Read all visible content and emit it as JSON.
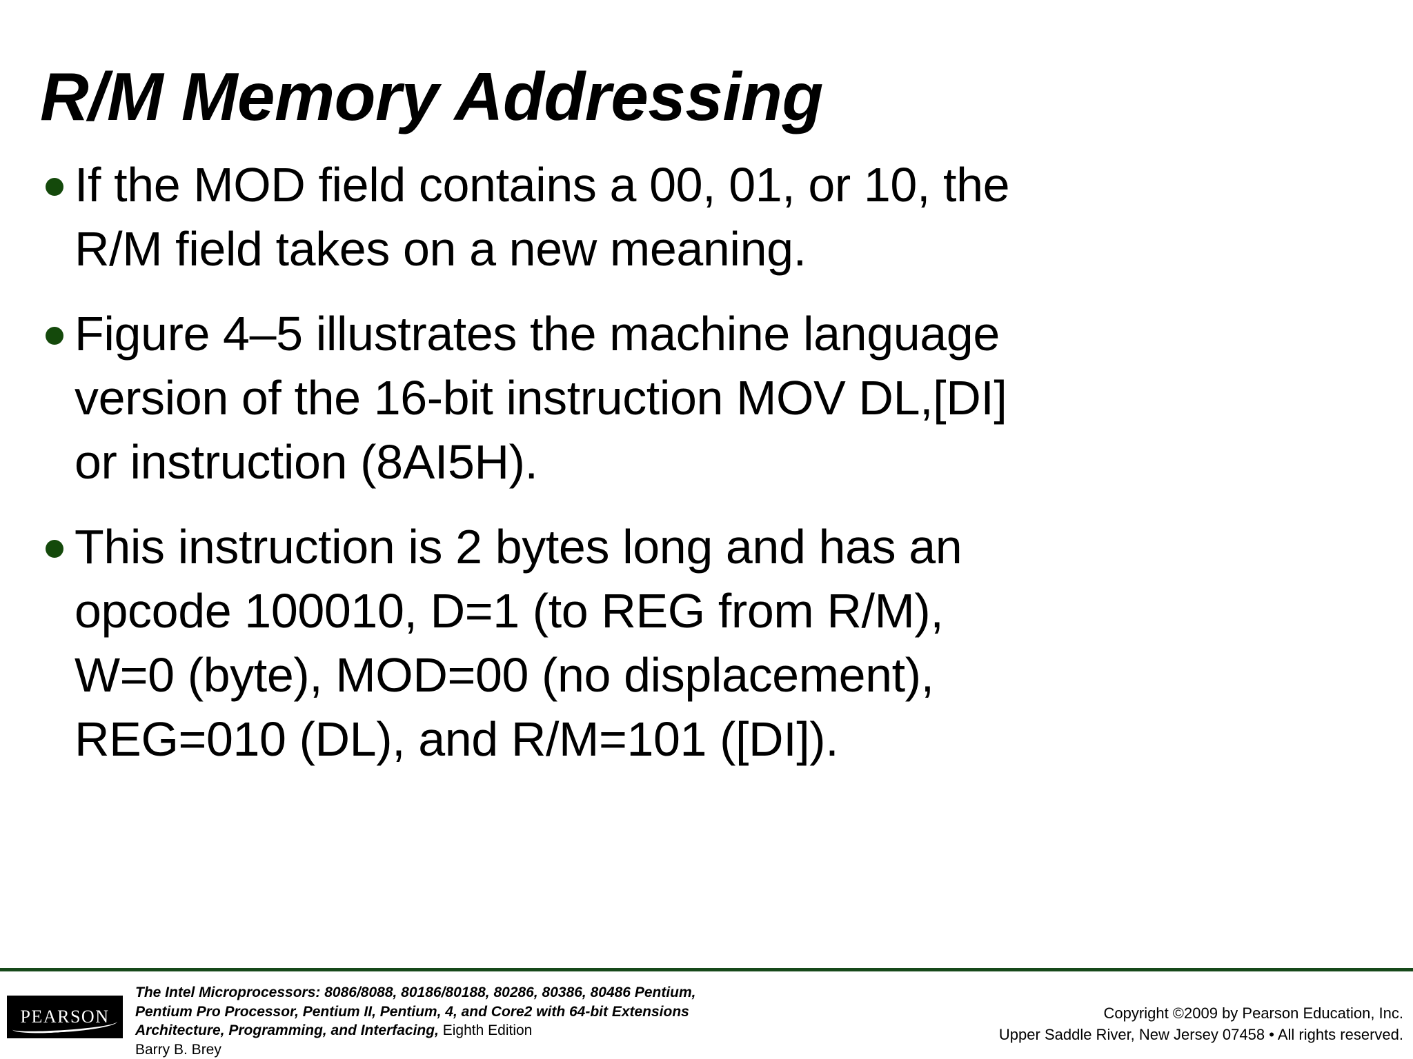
{
  "slide": {
    "title": "R/M Memory Addressing",
    "bullet_color": "#14490b",
    "rule_color": "#16491a",
    "bullets": [
      {
        "marker": "bullet-dot",
        "lines": [
          "If the MOD field contains a 00, 01, or 10, the",
          "R/M field takes on a new meaning."
        ]
      },
      {
        "marker": "bullet-dot",
        "lines": [
          "Figure 4–5 illustrates the machine language",
          "version of the 16-bit instruction MOV DL,[DI]",
          "or instruction (8AI5H)."
        ]
      },
      {
        "marker": "bullet-dot",
        "lines": [
          "This instruction is 2 bytes long and has an",
          "opcode 100010, D=1 (to REG from R/M),",
          "W=0 (byte),  MOD=00 (no displacement),",
          "REG=010 (DL), and R/M=101 ([DI])."
        ]
      }
    ]
  },
  "footer": {
    "logo_text": "PEARSON",
    "citation": {
      "line1": "The Intel Microprocessors: 8086/8088, 80186/80188, 80286, 80386, 80486 Pentium,",
      "line2": "Pentium Pro Processor, Pentium II, Pentium, 4, and Core2 with 64-bit Extensions",
      "line3_italic": "Architecture, Programming, and Interfacing,",
      "line3_regular": " Eighth Edition",
      "line4": "Barry B. Brey"
    },
    "copyright": {
      "line1": "Copyright ©2009 by Pearson Education, Inc.",
      "line2": "Upper Saddle River, New Jersey 07458 • All rights reserved."
    }
  }
}
